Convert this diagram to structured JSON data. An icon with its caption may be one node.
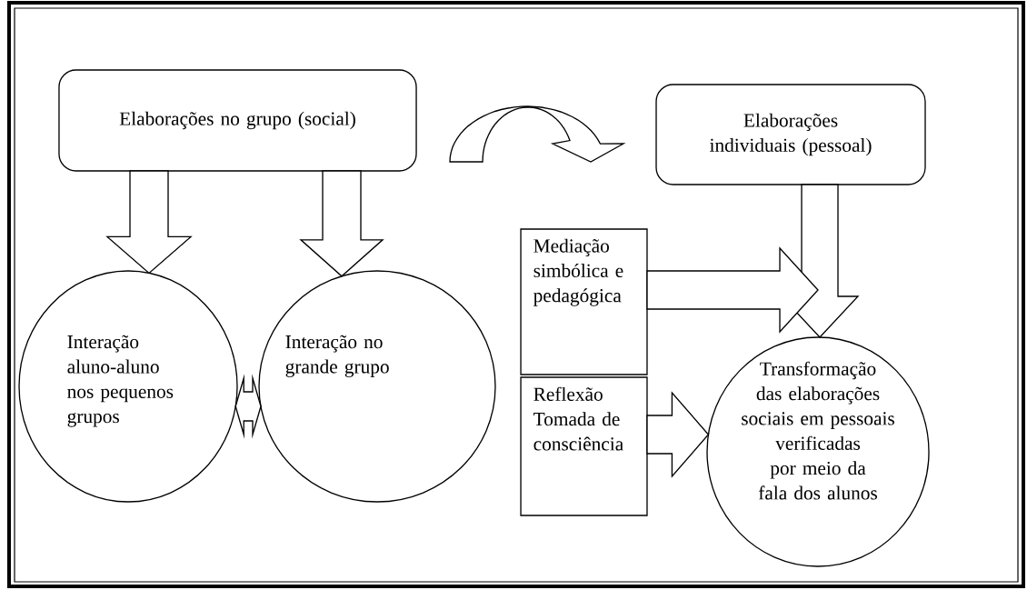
{
  "diagram": {
    "nodes": [
      {
        "text": [
          "Elaborações no grupo (social)"
        ]
      },
      {
        "text": [
          "Elaborações individuais (pessoal)"
        ]
      },
      {
        "text": [
          "Interação aluno-aluno nos pequenos grupos"
        ]
      },
      {
        "text": [
          "Interação no grande grupo"
        ]
      },
      {
        "text": [
          "Mediação simbólica e pedagógica"
        ]
      },
      {
        "text": [
          "Reflexão Tomada de consciência"
        ]
      },
      {
        "text": [
          "Transformação das elaborações sociais em pessoais verificadas por meio da fala dos alunos"
        ]
      }
    ],
    "edges": [
      {
        "from": 0,
        "to": 1,
        "arrow": "to"
      },
      {
        "from": 0,
        "to": 2,
        "arrow": "to"
      },
      {
        "from": 0,
        "to": 3,
        "arrow": "to"
      },
      {
        "from": 2,
        "to": 3,
        "arrow": "both"
      },
      {
        "from": 1,
        "to": 6,
        "arrow": "to"
      },
      {
        "from": 4,
        "to": 6,
        "arrow": "to"
      },
      {
        "from": 5,
        "to": 6,
        "arrow": "to"
      }
    ]
  }
}
